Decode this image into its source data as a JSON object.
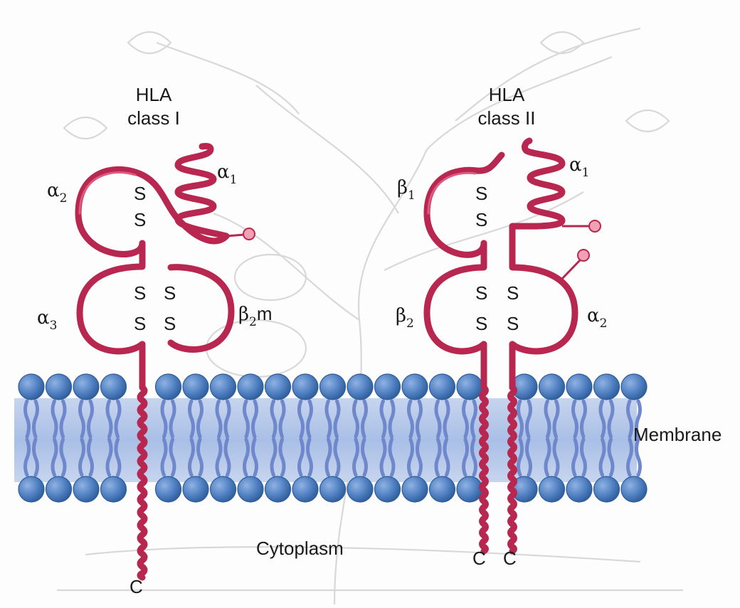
{
  "class1": {
    "title_line1": "HLA",
    "title_line2": "class I",
    "alpha1": {
      "greek": "α",
      "sub": "1"
    },
    "alpha2": {
      "greek": "α",
      "sub": "2"
    },
    "alpha3": {
      "greek": "α",
      "sub": "3"
    },
    "b2m": {
      "greek": "β",
      "sub": "2",
      "suffix": "m"
    },
    "c_label": "C"
  },
  "class2": {
    "title_line1": "HLA",
    "title_line2": "class II",
    "alpha1": {
      "greek": "α",
      "sub": "1"
    },
    "alpha2": {
      "greek": "α",
      "sub": "2"
    },
    "beta1": {
      "greek": "β",
      "sub": "1"
    },
    "beta2": {
      "greek": "β",
      "sub": "2"
    },
    "c_label_beta": "C",
    "c_label_alpha": "C"
  },
  "disulfide": "S",
  "membrane_label": "Membrane",
  "cytoplasm_label": "Cytoplasm",
  "colors": {
    "chain": "#b8274f",
    "glycan": "#f2a0b4",
    "lipid_head": "#4f7fc1",
    "membrane_band": "#b9cbea"
  }
}
